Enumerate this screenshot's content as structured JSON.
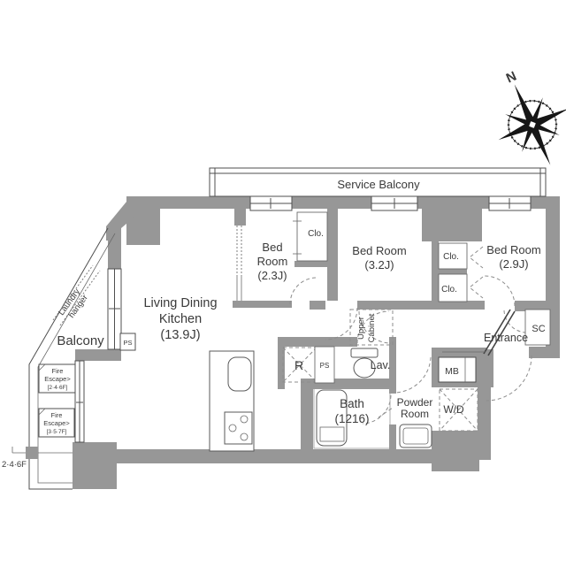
{
  "plan": {
    "compass": {
      "north": "N"
    },
    "floor_indicator": "2·4·6F",
    "service_balcony": {
      "label": "Service Balcony"
    },
    "balcony": {
      "label": "Balcony"
    },
    "laundry_hanger": {
      "l1": "Laundry",
      "l2": "hanger"
    },
    "ldk": {
      "l1": "Living Dining",
      "l2": "Kitchen",
      "l3": "(13.9J)"
    },
    "bed1": {
      "l1": "Bed",
      "l2": "Room",
      "l3": "(2.3J)"
    },
    "bed2": {
      "l1": "Bed Room",
      "l2": "(3.2J)"
    },
    "bed3": {
      "l1": "Bed Room",
      "l2": "(2.9J)"
    },
    "closet1": {
      "label": "Clo."
    },
    "closet2": {
      "label": "Clo."
    },
    "closet3": {
      "label": "Clo."
    },
    "bath": {
      "l1": "Bath",
      "l2": "(1216)"
    },
    "powder_room": {
      "l1": "Powder",
      "l2": "Room"
    },
    "washer_dryer": {
      "label": "W/D"
    },
    "meter_box": {
      "label": "MB"
    },
    "shoe_closet": {
      "label": "SC"
    },
    "lavatory": {
      "label": "Lav."
    },
    "refrigerator": {
      "label": "R"
    },
    "pipe_space_1": {
      "label": "PS"
    },
    "pipe_space_2": {
      "label": "PS"
    },
    "upper_cabinet": {
      "l1": "Upper",
      "l2": "Cabinet"
    },
    "entrance": {
      "label": "Entrance"
    },
    "fire_escape_1": {
      "l1": "Fire",
      "l2": "Escape>",
      "l3": "[2·4·6F]"
    },
    "fire_escape_2": {
      "l1": "Fire",
      "l2": "Escape>",
      "l3": "[3·5·7F]"
    }
  },
  "colors": {
    "wall_gray": "#979797",
    "line_dark": "#4f4f4f",
    "text_dark": "#3a3a3a",
    "dash_gray": "#8c8c8c",
    "background": "#ffffff"
  }
}
